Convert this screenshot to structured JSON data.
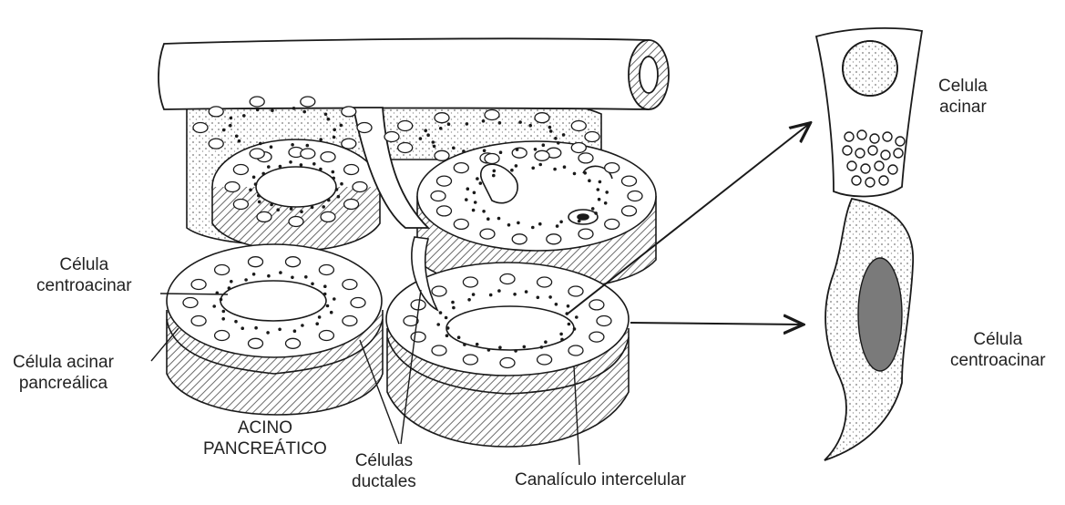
{
  "labels": {
    "celula_acinar_right": [
      "Celula",
      "acinar"
    ],
    "celula_centroacinar_left": [
      "Célula",
      "centroacinar"
    ],
    "celula_acinar_pancreatica": [
      "Célula acinar",
      "pancreálica"
    ],
    "acino_pancreatico": [
      "ACINO",
      "PANCREÁTICO"
    ],
    "celulas_ductales": [
      "Células",
      "ductales"
    ],
    "canaliculo_intercelular": "Canalículo intercelular",
    "celula_centroacinar_right": [
      "Célula",
      "centroacinar"
    ]
  },
  "colors": {
    "ink": "#1a1a1a",
    "shade": "#9a9a9a",
    "nucleus_dark": "#555555",
    "background": "#ffffff"
  }
}
